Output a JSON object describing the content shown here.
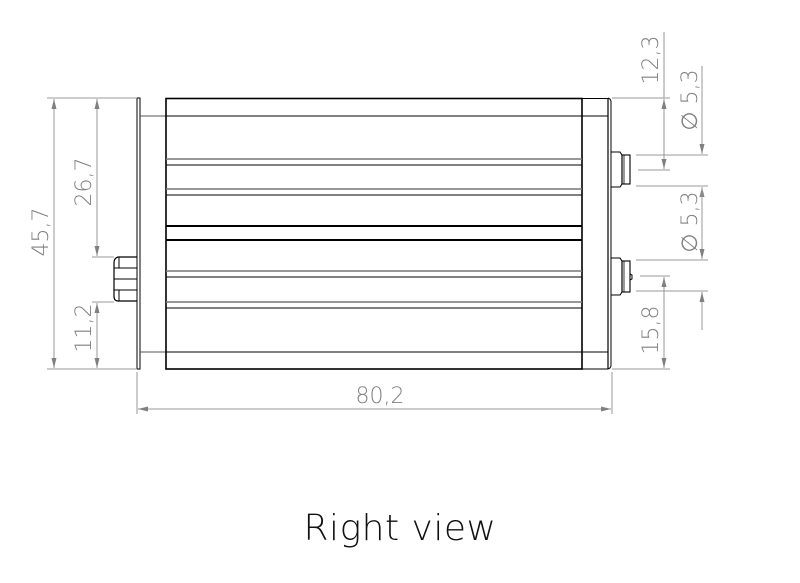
{
  "title": "Right view",
  "dimensions": {
    "overall_height": "45,7",
    "upper_to_connector": "26,7",
    "connector_from_bottom": "11,2",
    "overall_width": "80,2",
    "top_to_first_connector": "12,3",
    "first_connector_diameter": "∅ 5,3",
    "second_connector_diameter": "∅ 5,3",
    "second_connector_from_bottom": "15,8"
  },
  "colors": {
    "outline": "#000000",
    "dimension_line": "#999999",
    "dimension_text": "#808080",
    "background": "#ffffff"
  }
}
